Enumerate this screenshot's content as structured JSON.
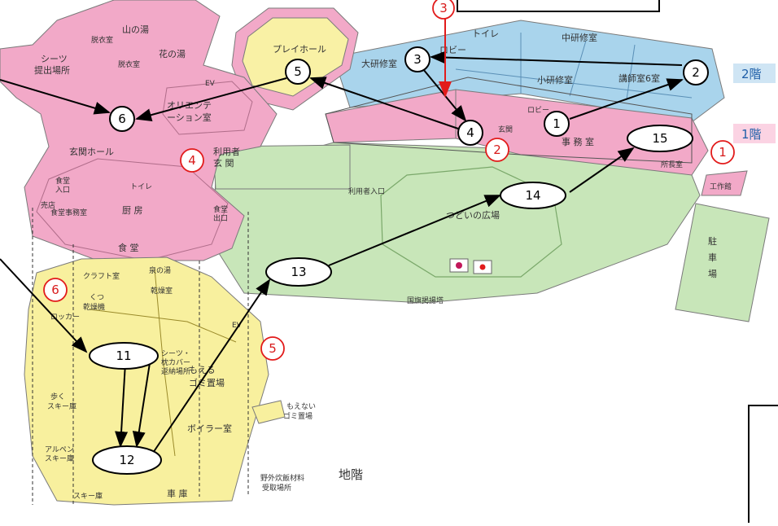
{
  "colors": {
    "floor2": "#a9d4ec",
    "floor1": "#f2a9c8",
    "outdoor": "#c8e6b9",
    "basement": "#f8f09e",
    "playhall": "#f9f1a5",
    "route": "#000000",
    "marker_red": "#e21b1b"
  },
  "floors": {
    "floor2": "2階",
    "floor1": "1階",
    "basement": "地階"
  },
  "rooms": {
    "toilet_2f": "トイレ",
    "mid_training": "中研修室",
    "lobby_2f": "ロビー",
    "large_training": "大研修室",
    "small_training": "小研修室",
    "lecturer_room": "講師室6室",
    "play_hall": "プレイホール",
    "mountain_bath": "山の湯",
    "dressing_a": "脱衣室",
    "flower_bath": "花の湯",
    "dressing_b": "脱衣室",
    "sheets_area": "シーツ",
    "sheets_return": "提出場所",
    "ev": "EV",
    "orientation_1": "オリエンテ",
    "orientation_2": "ーション室",
    "entrance_hall": "玄関ホール",
    "cafeteria_entry_1": "食堂",
    "cafeteria_entry_2": "入口",
    "toilet_1f": "トイレ",
    "shop": "売店",
    "cafeteria_office": "食堂事務室",
    "kitchen": "厨 房",
    "cafeteria_exit_1": "食堂",
    "cafeteria_exit_2": "出口",
    "cafeteria": "食 堂",
    "user_entrance_1": "利用者",
    "user_entrance_2": "玄 関",
    "lobby_1f": "ロビー",
    "entrance_1f": "玄関",
    "office": "事 務 室",
    "director_room": "所長室",
    "workshop": "工作館",
    "plaza": "つどいの広場",
    "user_entrance_west": "利用者入口",
    "flagpole": "国旗掲揚塔",
    "parking_1": "駐",
    "parking_2": "車",
    "parking_3": "場",
    "craft_room": "クラフト室",
    "bath_small": "泉の湯",
    "drying_room": "乾燥室",
    "shoe_1": "くつ",
    "shoe_2": "乾燥機",
    "locker": "ロッカー",
    "sheets_cover_1": "シーツ・",
    "sheets_cover_2": "枕カバー",
    "sheets_cover_3": "返納場所",
    "burnable_1": "もえる",
    "burnable_2": "ゴミ置場",
    "walk_ski_1": "歩く",
    "walk_ski_2": "スキー庫",
    "alpine_1": "アルペン",
    "alpine_2": "スキー庫",
    "boiler": "ボイラー室",
    "warehouse": "車 庫",
    "alpine_ski_b": "スキー庫",
    "nonburn_1": "もえない",
    "nonburn_2": "ゴミ置場",
    "outdoor_return_1": "野外炊飯材料",
    "outdoor_return_2": "受取場所"
  },
  "markers_black": [
    "1",
    "2",
    "3",
    "4",
    "5",
    "6",
    "11",
    "12",
    "13",
    "14",
    "15"
  ],
  "markers_red": [
    "1",
    "2",
    "3",
    "4",
    "5",
    "6"
  ]
}
